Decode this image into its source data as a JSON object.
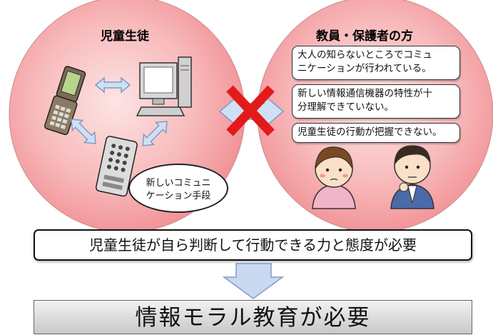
{
  "left_circle": {
    "title": "児童生徒",
    "note": [
      "新しいコミュニ",
      "ケーション手段"
    ]
  },
  "right_circle": {
    "title": "教員・保護者の方",
    "bubbles": [
      [
        "大人の知らないところでコミュ",
        "ニケーションが行われている。"
      ],
      [
        "新しい情報通信機器の特性が十",
        "分理解できていない。"
      ],
      [
        "児童生徒の行動が把握できない。"
      ]
    ]
  },
  "need_text": "児童生徒が自ら判断して行動できる力と態度が必要",
  "conclusion": "情報モラル教育が必要",
  "colors": {
    "circle_fill": "#f4a0a3",
    "arrow_fill": "#c9d9f1",
    "cross": "#e01010"
  }
}
